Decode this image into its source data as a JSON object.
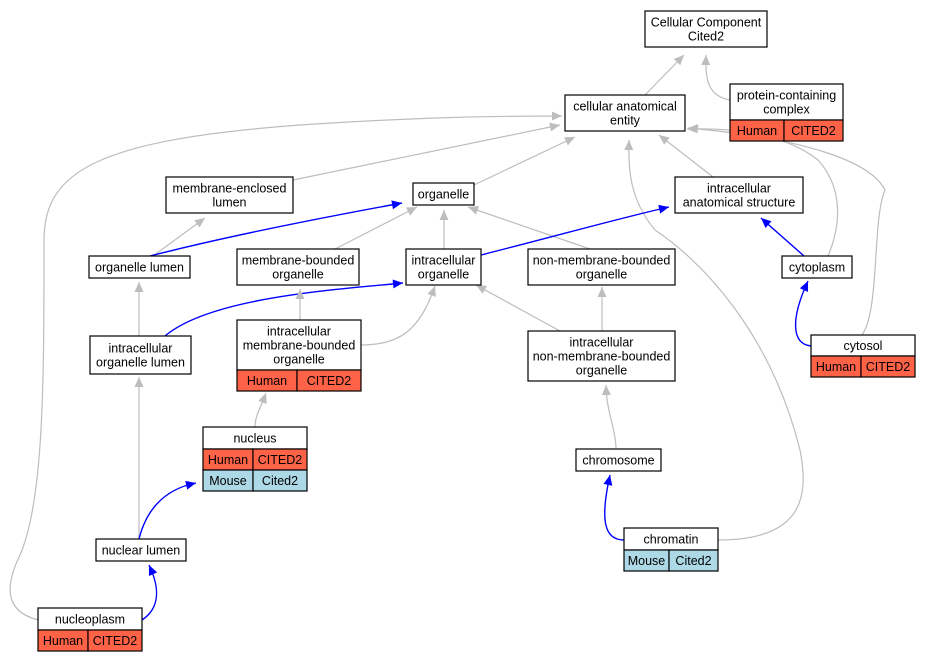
{
  "colors": {
    "human": "#ff6347",
    "mouse": "#add8e6",
    "is_a_edge": "#bdbdbd",
    "part_of_edge": "#0000ff"
  },
  "nodes": [
    {
      "id": "root",
      "lines": [
        "Cellular Component",
        "Cited2"
      ],
      "species": []
    },
    {
      "id": "pcc",
      "lines": [
        "protein-containing",
        "complex"
      ],
      "species": [
        {
          "org": "Human",
          "gene": "CITED2"
        }
      ]
    },
    {
      "id": "cae",
      "lines": [
        "cellular anatomical",
        "entity"
      ],
      "species": []
    },
    {
      "id": "mel",
      "lines": [
        "membrane-enclosed",
        "lumen"
      ],
      "species": []
    },
    {
      "id": "org",
      "lines": [
        "organelle"
      ],
      "species": []
    },
    {
      "id": "ias",
      "lines": [
        "intracellular",
        "anatomical structure"
      ],
      "species": []
    },
    {
      "id": "orglum",
      "lines": [
        "organelle lumen"
      ],
      "species": []
    },
    {
      "id": "mbo",
      "lines": [
        "membrane-bounded",
        "organelle"
      ],
      "species": []
    },
    {
      "id": "io",
      "lines": [
        "intracellular",
        "organelle"
      ],
      "species": []
    },
    {
      "id": "nmbo",
      "lines": [
        "non-membrane-bounded",
        "organelle"
      ],
      "species": []
    },
    {
      "id": "cyto",
      "lines": [
        "cytoplasm"
      ],
      "species": []
    },
    {
      "id": "iol",
      "lines": [
        "intracellular",
        "organelle lumen"
      ],
      "species": []
    },
    {
      "id": "imbo",
      "lines": [
        "intracellular",
        "membrane-bounded",
        "organelle"
      ],
      "species": [
        {
          "org": "Human",
          "gene": "CITED2"
        }
      ]
    },
    {
      "id": "inmbo",
      "lines": [
        "intracellular",
        "non-membrane-bounded",
        "organelle"
      ],
      "species": []
    },
    {
      "id": "cytosol",
      "lines": [
        "cytosol"
      ],
      "species": [
        {
          "org": "Human",
          "gene": "CITED2"
        }
      ]
    },
    {
      "id": "nuc",
      "lines": [
        "nucleus"
      ],
      "species": [
        {
          "org": "Human",
          "gene": "CITED2"
        },
        {
          "org": "Mouse",
          "gene": "Cited2"
        }
      ]
    },
    {
      "id": "chrom",
      "lines": [
        "chromosome"
      ],
      "species": []
    },
    {
      "id": "nlum",
      "lines": [
        "nuclear lumen"
      ],
      "species": []
    },
    {
      "id": "chtin",
      "lines": [
        "chromatin"
      ],
      "species": [
        {
          "org": "Mouse",
          "gene": "Cited2"
        }
      ]
    },
    {
      "id": "nplasm",
      "lines": [
        "nucleoplasm"
      ],
      "species": [
        {
          "org": "Human",
          "gene": "CITED2"
        }
      ]
    }
  ],
  "edges": [
    {
      "from": "cae",
      "to": "root",
      "type": "is_a"
    },
    {
      "from": "pcc",
      "to": "root",
      "type": "is_a"
    },
    {
      "from": "mel",
      "to": "cae",
      "type": "is_a"
    },
    {
      "from": "org",
      "to": "cae",
      "type": "is_a"
    },
    {
      "from": "ias",
      "to": "cae",
      "type": "is_a"
    },
    {
      "from": "cyto",
      "to": "cae",
      "type": "is_a"
    },
    {
      "from": "cytosol",
      "to": "cae",
      "type": "is_a"
    },
    {
      "from": "chtin",
      "to": "cae",
      "type": "is_a"
    },
    {
      "from": "nplasm",
      "to": "cae",
      "type": "is_a"
    },
    {
      "from": "orglum",
      "to": "mel",
      "type": "is_a"
    },
    {
      "from": "orglum",
      "to": "org",
      "type": "part_of"
    },
    {
      "from": "mbo",
      "to": "org",
      "type": "is_a"
    },
    {
      "from": "io",
      "to": "org",
      "type": "is_a"
    },
    {
      "from": "nmbo",
      "to": "org",
      "type": "is_a"
    },
    {
      "from": "io",
      "to": "ias",
      "type": "part_of"
    },
    {
      "from": "cyto",
      "to": "ias",
      "type": "part_of"
    },
    {
      "from": "iol",
      "to": "orglum",
      "type": "is_a"
    },
    {
      "from": "iol",
      "to": "io",
      "type": "part_of"
    },
    {
      "from": "imbo",
      "to": "mbo",
      "type": "is_a"
    },
    {
      "from": "imbo",
      "to": "io",
      "type": "is_a"
    },
    {
      "from": "inmbo",
      "to": "io",
      "type": "is_a"
    },
    {
      "from": "inmbo",
      "to": "nmbo",
      "type": "is_a"
    },
    {
      "from": "cytosol",
      "to": "cyto",
      "type": "part_of"
    },
    {
      "from": "nuc",
      "to": "imbo",
      "type": "is_a"
    },
    {
      "from": "chrom",
      "to": "inmbo",
      "type": "is_a"
    },
    {
      "from": "nlum",
      "to": "iol",
      "type": "is_a"
    },
    {
      "from": "nlum",
      "to": "nuc",
      "type": "part_of"
    },
    {
      "from": "chtin",
      "to": "chrom",
      "type": "part_of"
    },
    {
      "from": "nplasm",
      "to": "nlum",
      "type": "part_of"
    }
  ]
}
